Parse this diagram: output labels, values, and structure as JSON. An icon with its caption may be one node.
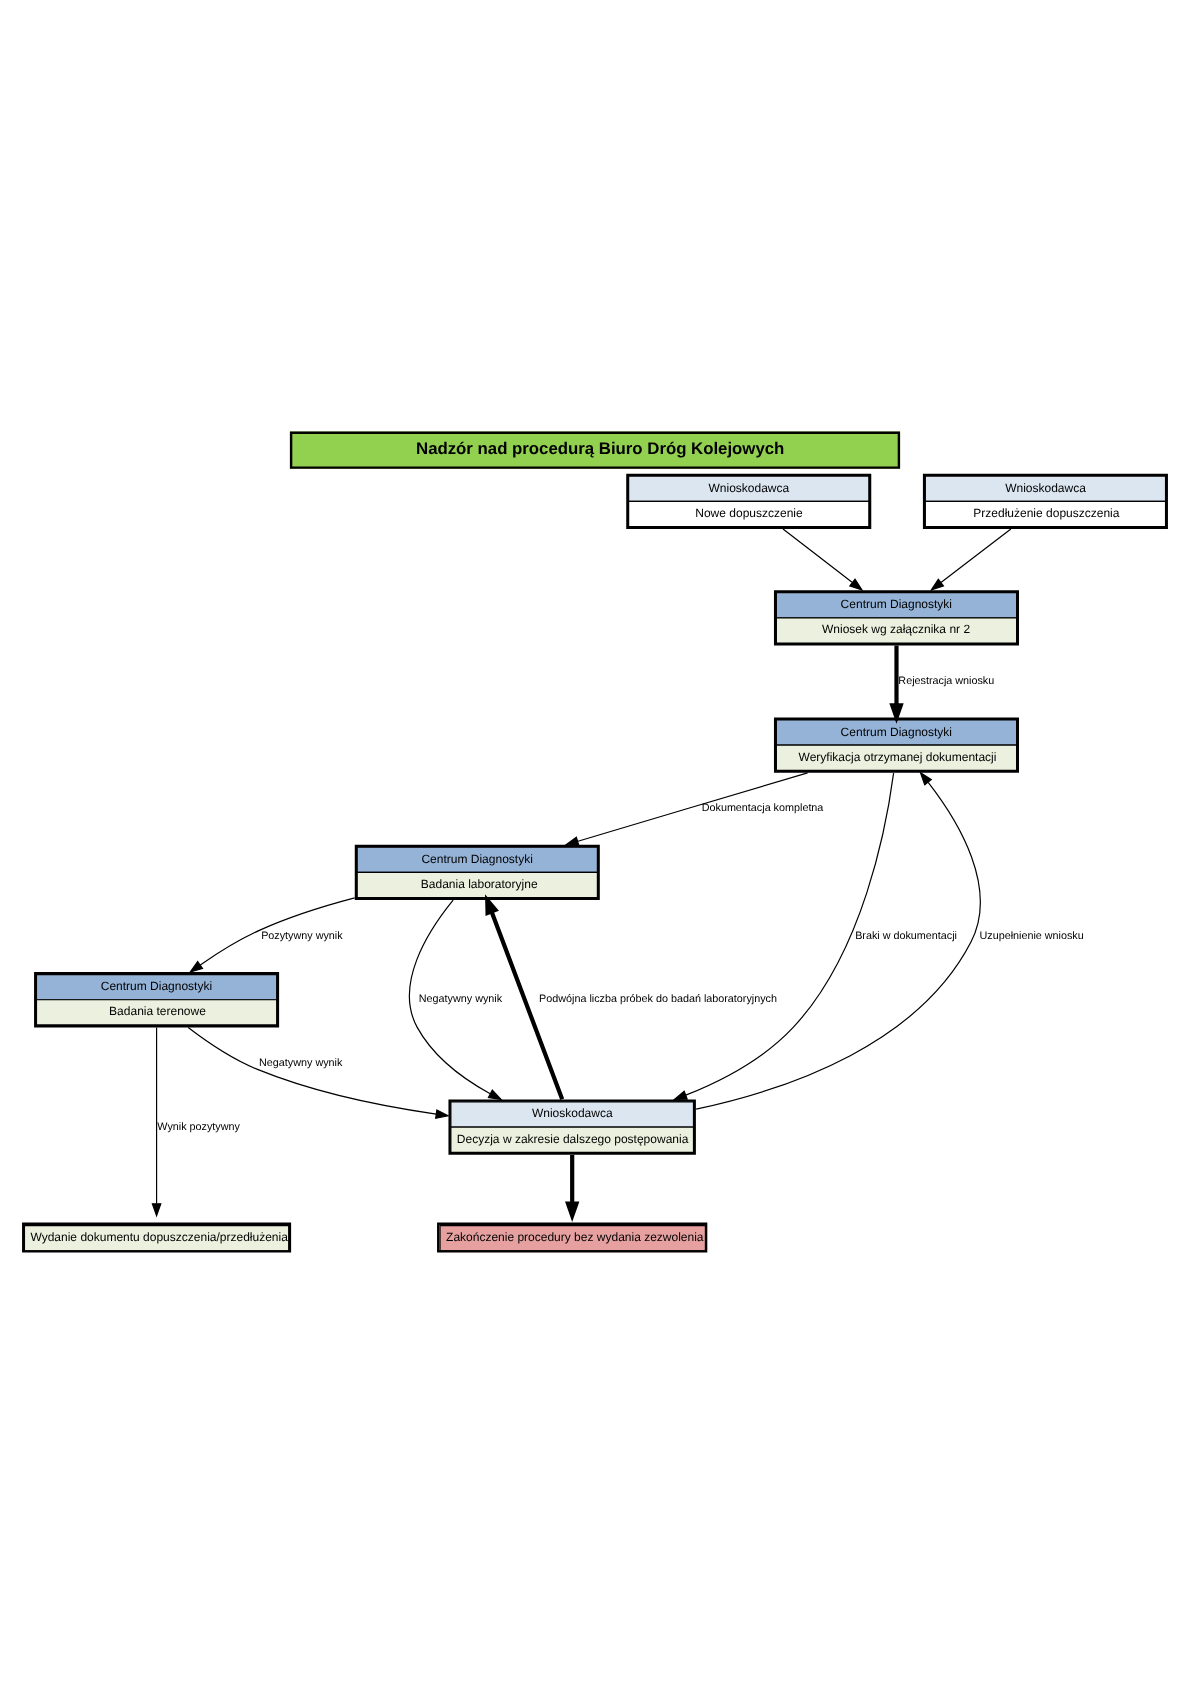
{
  "diagram": {
    "title": "Nadzór nad procedurą Biuro Dróg Kolejowych",
    "nodes": [
      {
        "text": [
          "Wnioskodawca",
          "Nowe dopuszczenie"
        ]
      },
      {
        "text": [
          "Wnioskodawca",
          "Przedłużenie dopuszczenia"
        ]
      },
      {
        "text": [
          "Centrum Diagnostyki",
          "Wniosek wg załącznika nr 2"
        ]
      },
      {
        "text": [
          "Centrum Diagnostyki",
          "Weryfikacja otrzymanej dokumentacji"
        ]
      },
      {
        "text": [
          "Centrum Diagnostyki",
          "Badania terenowe"
        ]
      },
      {
        "text": [
          "Centrum Diagnostyki",
          "Badania laboratoryjne"
        ]
      },
      {
        "text": [
          "Wnioskodawca",
          "Decyzja w zakresie dalszego postępowania"
        ]
      },
      {
        "text": [
          "Wydanie dokumentu dopuszczenia/przedłużenia"
        ]
      },
      {
        "text": [
          "Zakończenie procedury bez wydania zezwolenia"
        ]
      }
    ],
    "edges": [
      {
        "from": 0,
        "to": 2,
        "arrow": "to"
      },
      {
        "from": 1,
        "to": 2,
        "arrow": "to"
      },
      {
        "from": 2,
        "to": 3,
        "arrow": "to",
        "label": "Rejestracja wniosku",
        "style": "thick"
      },
      {
        "from": 3,
        "to": 5,
        "arrow": "to",
        "label": "Dokumentacja kompletna"
      },
      {
        "from": 3,
        "to": 6,
        "arrow": "to",
        "label": "Braki w dokumentacji"
      },
      {
        "from": 6,
        "to": 3,
        "arrow": "to",
        "label": "Uzupełnienie wniosku"
      },
      {
        "from": 5,
        "to": 4,
        "arrow": "to",
        "label": "Pozytywny wynik"
      },
      {
        "from": 6,
        "to": 5,
        "arrow": "to",
        "label": "Podwójna liczba próbek do badań laboratoryjnych",
        "style": "thick"
      },
      {
        "from": 5,
        "to": 6,
        "arrow": "to",
        "label": "Negatywny wynik"
      },
      {
        "from": 4,
        "to": 7,
        "arrow": "to",
        "label": "Wynik pozytywny"
      },
      {
        "from": 4,
        "to": 6,
        "arrow": "to",
        "label": "Negatywny wynik"
      },
      {
        "from": 6,
        "to": 8,
        "arrow": "to",
        "style": "thick"
      }
    ]
  }
}
